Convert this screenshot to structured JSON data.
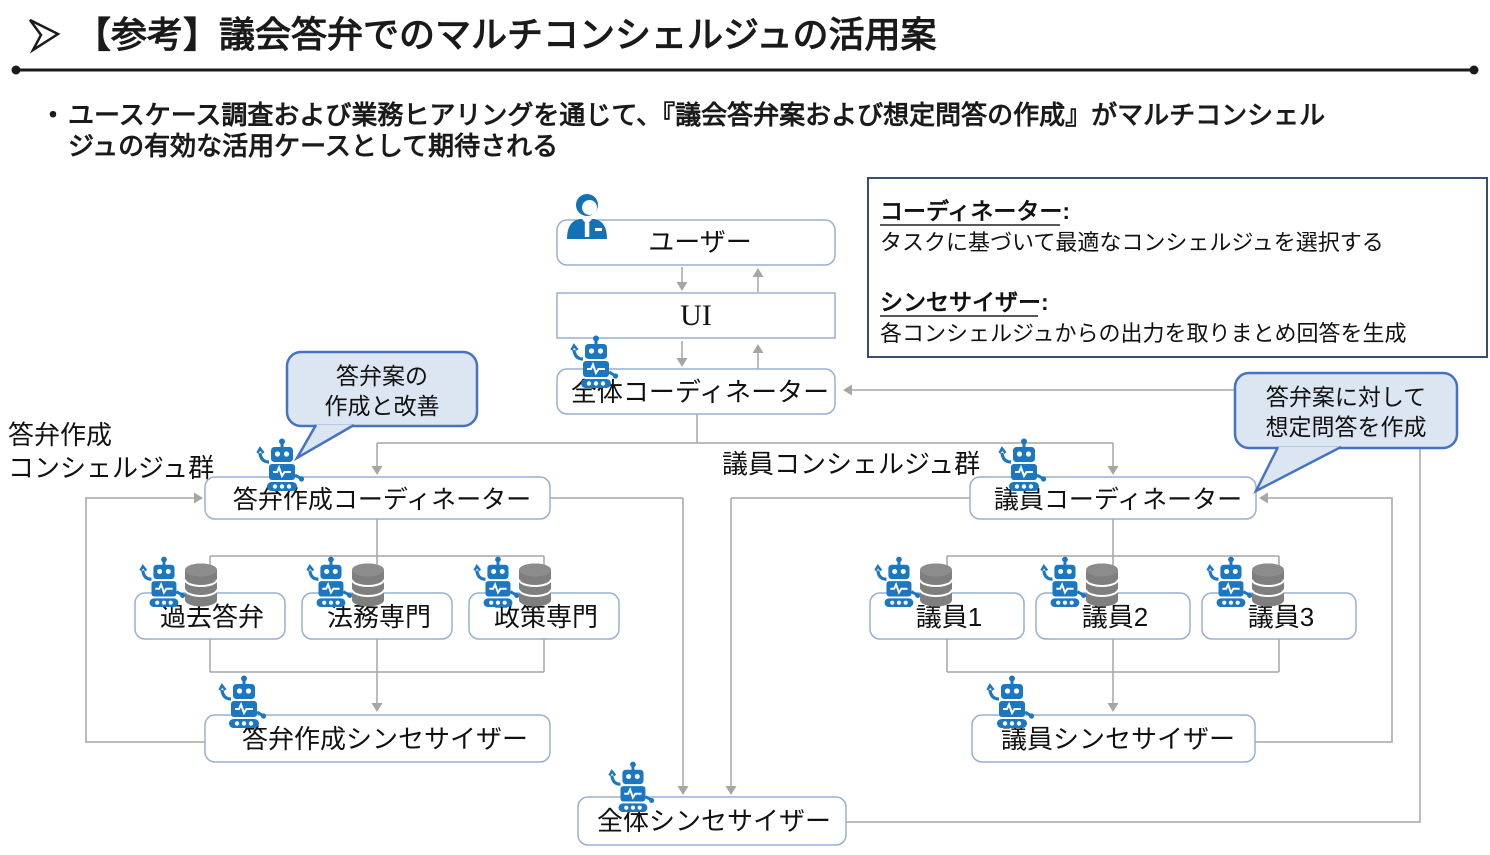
{
  "slide": {
    "title": "【参考】議会答弁でのマルチコンシェルジュの活用案",
    "bullet_marker": "・",
    "bullet_line1": "ユースケース調査および業務ヒアリングを通じて、『議会答弁案および想定問答の作成』がマルチコンシェル",
    "bullet_line2": "ジュの有効な活用ケースとして期待される"
  },
  "legend": {
    "coordinator_term": "コーディネーター:",
    "coordinator_desc": "タスクに基づいて最適なコンシェルジュを選択する",
    "synthesizer_term": "シンセサイザー:",
    "synthesizer_desc": "各コンシェルジュからの出力を取りまとめ回答を生成"
  },
  "nodes": {
    "user": "ユーザー",
    "ui": "UI",
    "overall_coordinator": "全体コーディネーター",
    "drafting_coordinator": "答弁作成コーディネーター",
    "past_answers": "過去答弁",
    "legal_expert": "法務専門",
    "policy_expert": "政策専門",
    "drafting_synthesizer": "答弁作成シンセサイザー",
    "member_coordinator": "議員コーディネーター",
    "member1": "議員1",
    "member2": "議員2",
    "member3": "議員3",
    "member_synthesizer": "議員シンセサイザー",
    "overall_synthesizer": "全体シンセサイザー"
  },
  "group_labels": {
    "drafting_line1": "答弁作成",
    "drafting_line2": "コンシェルジュ群",
    "member": "議員コンシェルジュ群"
  },
  "callouts": {
    "left_line1": "答弁案の",
    "left_line2": "作成と改善",
    "right_line1": "答弁案に対して",
    "right_line2": "想定問答を作成"
  },
  "icons": {
    "title_arrow": "right-arrowhead-icon",
    "user": "person-icon",
    "agent": "robot-icon",
    "knowledge": "database-icon"
  },
  "colors": {
    "robot_blue": "#1b77c1",
    "person_blue": "#1272b8",
    "database_gray": "#7f7f7f",
    "line_gray": "#a6a6a6",
    "node_border": "#98afd0",
    "callout_fill": "#dce6f2",
    "callout_border": "#4472c4",
    "legend_border": "#34506e",
    "text_black": "#1a1a1a"
  }
}
